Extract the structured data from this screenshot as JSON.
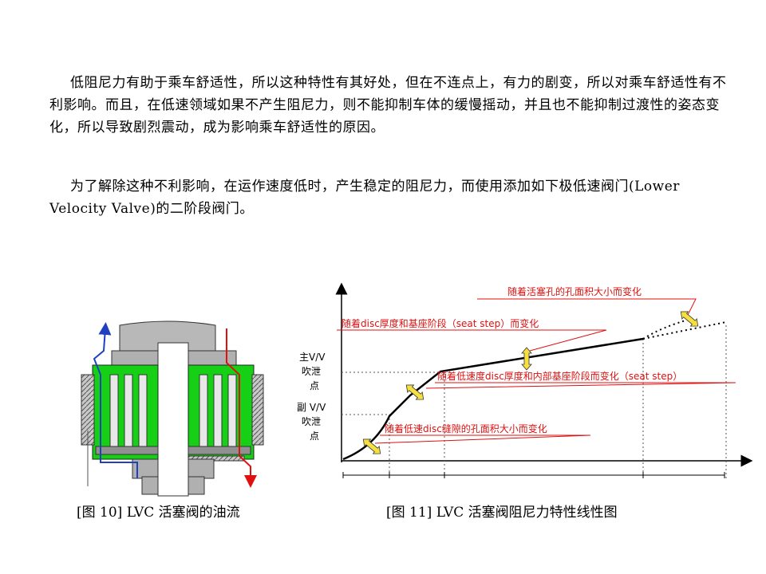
{
  "text": {
    "paragraph1": "低阻尼力有助于乘车舒适性，所以这种特性有其好处，但在不连点上，有力的剧变，所以对乘车舒适性有不利影响。而且，在低速领域如果不产生阻尼力，则不能抑制车体的缓慢摇动，并且也不能抑制过渡性的姿态变化，所以导致剧烈震动，成为影响乘车舒适性的原因。",
    "paragraph2": "为了解除这种不利影响，在运作速度低时，产生稳定的阻尼力，而使用添加如下极低速阀门(Lower Velocity Valve)的二阶段阀门。"
  },
  "figure10": {
    "caption": "[图 10] LVC 活塞阀的油流",
    "colors": {
      "valve_green": "#16d016",
      "body_gray": "#b8b8b8",
      "flow_blue": "#2040c0",
      "flow_red": "#e01010"
    }
  },
  "figure11": {
    "caption": "[图 11] LVC 活塞阀阻尼力特性线性图",
    "ylabels": {
      "main_vv": [
        "主V/V",
        "吹泄",
        "点"
      ],
      "sub_vv": [
        "副 V/V",
        "吹泄",
        "点"
      ]
    },
    "annotations": {
      "a1": "随着活塞孔的孔面积大小而变化",
      "a2": "随着disc厚度和基座阶段（seat step）而变化",
      "a3": "随着低速度disc厚度和内部基座阶段而变化（seat step）",
      "a4": "随着低速disc缝隙的孔面积大小而变化"
    },
    "colors": {
      "annotation": "#e01010",
      "arrow_fill": "#f5e040",
      "curve": "#000000"
    }
  }
}
